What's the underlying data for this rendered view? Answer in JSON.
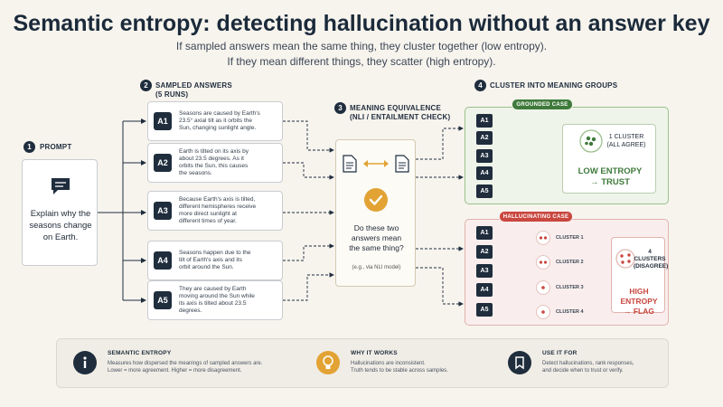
{
  "title": "Semantic entropy: detecting hallucination without an answer key",
  "subtitle_lines": [
    "If sampled answers mean the same thing, they cluster together (low entropy).",
    "If they mean different things, they scatter (high entropy)."
  ],
  "steps": [
    {
      "num": "1",
      "label": "PROMPT"
    },
    {
      "num": "2",
      "label_lines": [
        "SAMPLED ANSWERS",
        "(5 RUNS)"
      ]
    },
    {
      "num": "3",
      "label_lines": [
        "MEANING EQUIVALENCE",
        "(NLI / ENTAILMENT CHECK)"
      ]
    },
    {
      "num": "4",
      "label": "CLUSTER INTO MEANING GROUPS"
    }
  ],
  "prompt": {
    "icon": "chat-bubble-icon",
    "text_lines": [
      "Explain why the",
      "seasons change",
      "on Earth."
    ]
  },
  "answers": [
    {
      "id": "A1",
      "lines": [
        "Seasons are caused by Earth's",
        "23.5° axial tilt as it orbits the",
        "Sun, changing sunlight angle."
      ]
    },
    {
      "id": "A2",
      "lines": [
        "Earth is tilted on its axis by",
        "about 23.5 degrees. As it",
        "orbits the Sun, this causes",
        "the seasons."
      ]
    },
    {
      "id": "A3",
      "lines": [
        "Because Earth's axis is tilted,",
        "different hemispheres receive",
        "more direct sunlight at",
        "different times of year."
      ]
    },
    {
      "id": "A4",
      "lines": [
        "Seasons happen due to the",
        "tilt of Earth's axis and its",
        "orbit around the Sun."
      ]
    },
    {
      "id": "A5",
      "lines": [
        "They are caused by Earth",
        "moving around the Sun while",
        "its axis is tilted about 23.5",
        "degrees."
      ]
    }
  ],
  "nli": {
    "icons": [
      "document-icon",
      "swap-arrows-icon",
      "document-icon",
      "check-circle-icon"
    ],
    "question_lines": [
      "Do these two",
      "answers mean",
      "the same thing?"
    ],
    "note": "(e.g., via NLI model)"
  },
  "grounded": {
    "pill": "GROUNDED CASE",
    "items": [
      "A1",
      "A2",
      "A3",
      "A4",
      "A5"
    ],
    "count_lines": [
      "1 CLUSTER",
      "(ALL AGREE)"
    ],
    "outcome_lines": [
      "LOW ENTROPY",
      "→ TRUST"
    ]
  },
  "hallucinating": {
    "pill": "HALLUCINATING CASE",
    "items": [
      "A1",
      "A2",
      "A3",
      "A4",
      "A5"
    ],
    "clusters": [
      "CLUSTER 1",
      "CLUSTER 2",
      "CLUSTER 3",
      "CLUSTER 4"
    ],
    "count_lines": [
      "4 CLUSTERS",
      "(DISAGREE)"
    ],
    "outcome_lines": [
      "HIGH ENTROPY",
      "→ FLAG"
    ]
  },
  "footer": [
    {
      "icon": "info-icon",
      "heading": "SEMANTIC ENTROPY",
      "lines": [
        "Measures how dispersed the meanings of sampled answers are.",
        "Lower = more agreement. Higher = more disagreement."
      ]
    },
    {
      "icon": "lightbulb-icon",
      "heading": "WHY IT WORKS",
      "lines": [
        "Hallucinations are inconsistent.",
        "Truth tends to be stable across samples."
      ]
    },
    {
      "icon": "bookmark-icon",
      "heading": "USE IT FOR",
      "lines": [
        "Detect hallucinations, rank responses,",
        "and decide when to trust or verify."
      ]
    }
  ],
  "colors": {
    "navy": "#1f2d3d",
    "green": "#3f7a3b",
    "red": "#c9473f",
    "amber": "#e2a334",
    "background": "#f7f4ee"
  }
}
